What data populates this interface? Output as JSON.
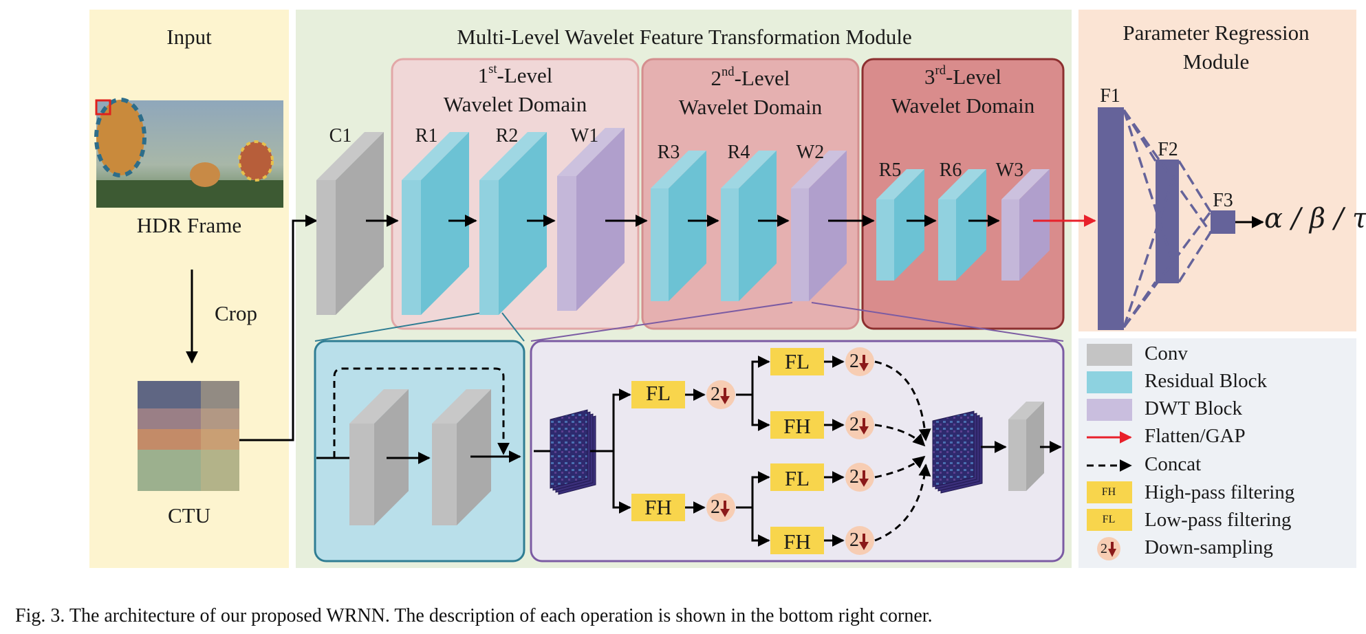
{
  "panels": {
    "input": "Input",
    "mlwft": "Multi-Level Wavelet Feature Transformation Module",
    "pr_line1": "Parameter Regression",
    "pr_line2": "Module"
  },
  "levels": [
    {
      "num": "1",
      "sup": "st",
      "suffix": "-Level",
      "line2": "Wavelet Domain"
    },
    {
      "num": "2",
      "sup": "nd",
      "suffix": "-Level",
      "line2": "Wavelet Domain"
    },
    {
      "num": "3",
      "sup": "rd",
      "suffix": "-Level",
      "line2": "Wavelet Domain"
    }
  ],
  "input": {
    "hdr_frame": "HDR Frame",
    "crop": "Crop",
    "ctu": "CTU"
  },
  "blocks": [
    "C1",
    "R1",
    "R2",
    "W1",
    "R3",
    "R4",
    "W2",
    "R5",
    "R6",
    "W3"
  ],
  "fc": [
    "F1",
    "F2",
    "F3"
  ],
  "output": "α / β / τ",
  "filters": {
    "fl": "FL",
    "fh": "FH",
    "down": "2"
  },
  "legend": [
    {
      "label": "Conv",
      "swatch": "#c4c4c4"
    },
    {
      "label": "Residual Block",
      "swatch": "#8dd2e0"
    },
    {
      "label": "DWT Block",
      "swatch": "#c9bede"
    },
    {
      "label": "Flatten/GAP",
      "swatch": "red-arrow"
    },
    {
      "label": "Concat",
      "swatch": "dashed-arrow"
    },
    {
      "label": "High-pass filtering",
      "chip": "FH",
      "swatch": "#f8d54c"
    },
    {
      "label": "Low-pass filtering",
      "chip": "FL",
      "swatch": "#f8d54c"
    },
    {
      "label": "Down-sampling",
      "chip": "2",
      "swatch": "down-sampling-icon"
    }
  ],
  "caption": "Fig. 3.  The architecture of our proposed WRNN. The description of each operation is shown in the bottom right corner.",
  "colors": {
    "input_bg": "#fdf4cf",
    "module_bg": "#e7efdc",
    "pr_bg": "#fbe4d4",
    "legend_bg": "#eef1f5",
    "level1": "#f0d7d7",
    "level2": "#e5b0b0",
    "level3": "#d98c8c",
    "residual": "#6cc2d4",
    "dwt": "#b09fcc",
    "conv": "#aaaaaa",
    "fc": "#65639a",
    "filter": "#f8d54c",
    "down": "#f7cdb3"
  }
}
